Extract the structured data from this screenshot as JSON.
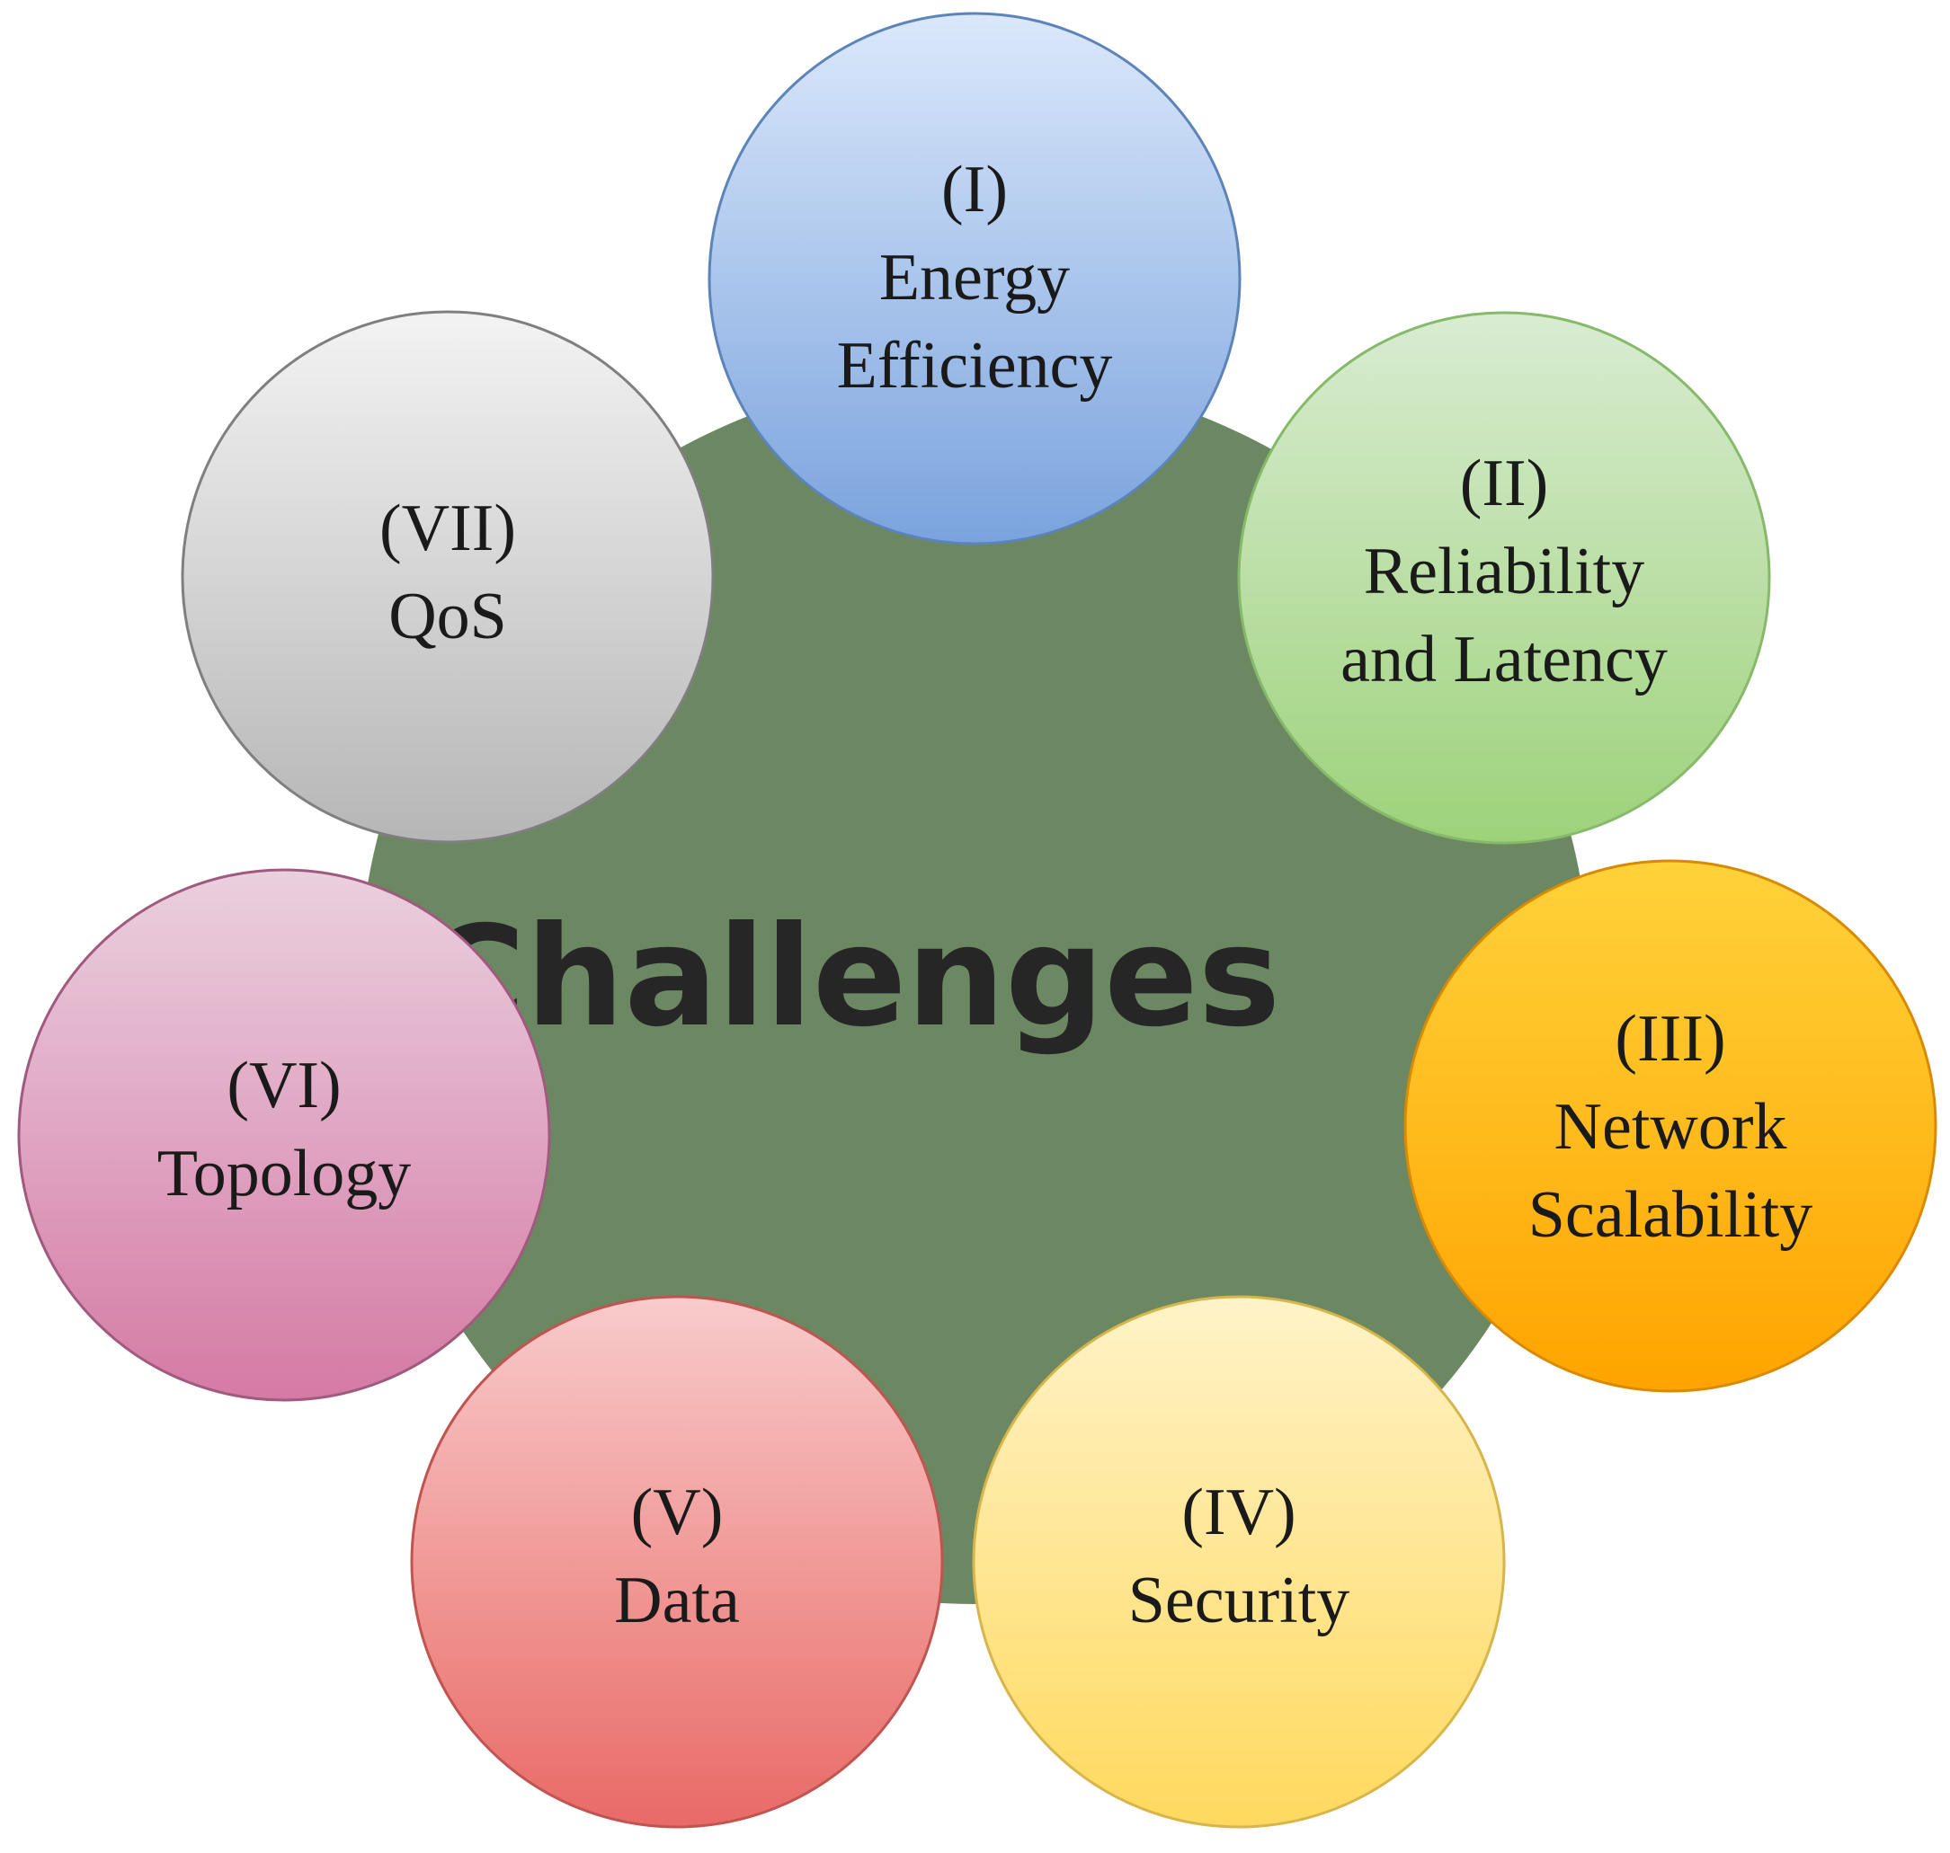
{
  "center": {
    "title": "Challenges",
    "color": "#6b8862"
  },
  "nodes": [
    {
      "id": "energy-efficiency",
      "numeral": "(I)",
      "lines": [
        "Energy",
        "Efficiency"
      ],
      "gradient": [
        "#dbe8fb",
        "#7aa3dd"
      ],
      "stroke": "#5d84b8"
    },
    {
      "id": "reliability-latency",
      "numeral": "(II)",
      "lines": [
        "Reliability",
        "and Latency"
      ],
      "gradient": [
        "#d9ecd2",
        "#9dd27a"
      ],
      "stroke": "#86b96a"
    },
    {
      "id": "network-scalability",
      "numeral": "(III)",
      "lines": [
        "Network",
        "Scalability"
      ],
      "gradient": [
        "#ffd23a",
        "#ffa400"
      ],
      "stroke": "#d98a00"
    },
    {
      "id": "security",
      "numeral": "(IV)",
      "lines": [
        "Security"
      ],
      "gradient": [
        "#fff3c8",
        "#ffd95e"
      ],
      "stroke": "#d8b54a"
    },
    {
      "id": "data",
      "numeral": "(V)",
      "lines": [
        "Data"
      ],
      "gradient": [
        "#f8cbcb",
        "#e96a66"
      ],
      "stroke": "#c05451"
    },
    {
      "id": "topology",
      "numeral": "(VI)",
      "lines": [
        "Topology"
      ],
      "gradient": [
        "#ead0df",
        "#d57aa4"
      ],
      "stroke": "#a05a7e"
    },
    {
      "id": "qos",
      "numeral": "(VII)",
      "lines": [
        "QoS"
      ],
      "gradient": [
        "#f3f3f3",
        "#b6b6b6"
      ],
      "stroke": "#7f7f7f"
    }
  ]
}
